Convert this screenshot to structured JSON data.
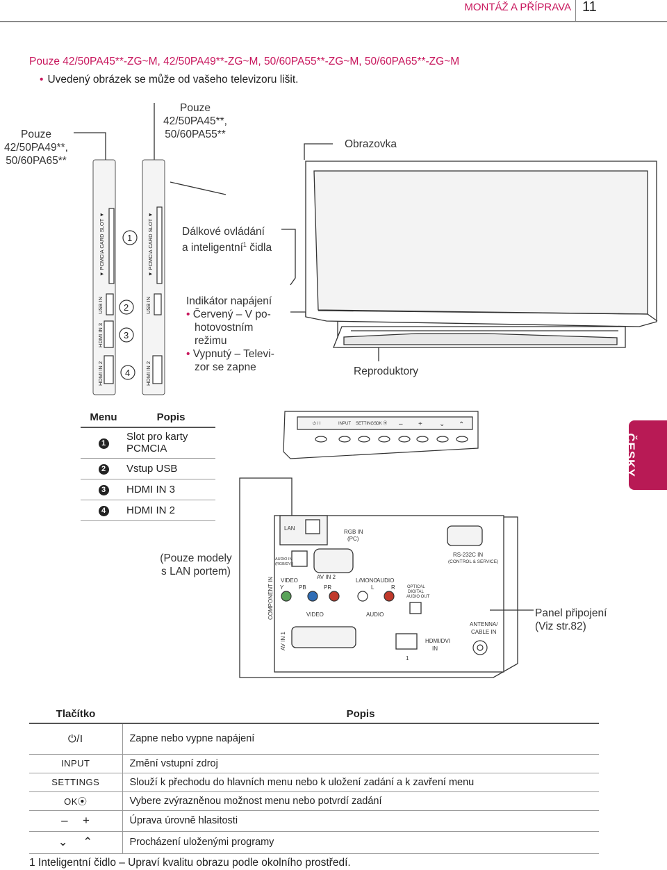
{
  "header": {
    "section": "MONTÁŽ A PŘÍPRAVA",
    "page": "11"
  },
  "models": "Pouze 42/50PA45**-ZG~M, 42/50PA49**-ZG~M, 50/60PA55**-ZG~M, 50/60PA65**-ZG~M",
  "note": "Uvedený obrázek se může od vašeho televizoru lišit.",
  "side_tab": "ČESKY",
  "labels": {
    "only_a_1": "Pouze",
    "only_a_2": "42/50PA49**,",
    "only_a_3": "50/60PA65**",
    "only_b_1": "Pouze",
    "only_b_2": "42/50PA45**,",
    "only_b_3": "50/60PA55**",
    "screen": "Obrazovka",
    "remote_1": "Dálkové ovládání",
    "remote_2": "a inteligentní",
    "remote_sup": "1",
    "remote_3": " čidla",
    "power_title": "Indikátor napájení",
    "power_b1_1": "Červený – V po-",
    "power_b1_2": "hotovostním",
    "power_b1_3": "režimu",
    "power_b2_1": "Vypnutý – Televi-",
    "power_b2_2": "zor se zapne",
    "speakers": "Reproduktory",
    "lan_1": "(Pouze modely",
    "lan_2": "s LAN portem)",
    "panel_1": "Panel připojení",
    "panel_2": "(Viz str.82)"
  },
  "side_panel": {
    "pcmcia": "▼ PCMCIA CARD SLOT ▼",
    "usb": "USB IN",
    "hdmi3": "HDMI IN 3",
    "hdmi2": "HDMI IN 2",
    "n1": "1",
    "n2": "2",
    "n3": "3",
    "n4": "4"
  },
  "button_bar": {
    "power": "⏻/ I",
    "input": "INPUT",
    "settings": "SETTINGS",
    "ok": "OK ⦿",
    "minus": "–",
    "plus": "+",
    "down": "⌄",
    "up": "⌃"
  },
  "back_panel": {
    "lan": "LAN",
    "rgb_1": "RGB IN",
    "rgb_2": "(PC)",
    "audio_rgb_1": "AUDIO IN",
    "audio_rgb_2": "(RGB/DVI)",
    "rs232_1": "RS-232C IN",
    "rs232_2": "(CONTROL & SERVICE)",
    "video": "VIDEO",
    "av_in2": "AV IN 2",
    "lmono": "L/MONO",
    "audio": "AUDIO",
    "y": "Y",
    "pb": "PB",
    "pr": "PR",
    "l": "L",
    "r": "R",
    "component": "COMPONENT IN",
    "video2": "VIDEO",
    "audio2": "AUDIO",
    "optical_1": "OPTICAL",
    "optical_2": "DIGITAL",
    "optical_3": "AUDIO OUT",
    "antenna_1": "ANTENNA/",
    "antenna_2": "CABLE IN",
    "av_in1": "AV IN 1",
    "hdmi_dvi_1": "HDMI/DVI",
    "hdmi_dvi_2": "IN",
    "hdmi_num": "1"
  },
  "menu_table": {
    "head_menu": "Menu",
    "head_desc": "Popis",
    "rows": [
      {
        "num": "1",
        "desc_1": "Slot pro karty",
        "desc_2": "PCMCIA"
      },
      {
        "num": "2",
        "desc_1": "Vstup USB",
        "desc_2": ""
      },
      {
        "num": "3",
        "desc_1": "HDMI IN 3",
        "desc_2": ""
      },
      {
        "num": "4",
        "desc_1": "HDMI IN 2",
        "desc_2": ""
      }
    ]
  },
  "button_table": {
    "head_key": "Tlačítko",
    "head_desc": "Popis",
    "rows": [
      {
        "key": "⏻/I",
        "desc": "Zapne nebo vypne napájení"
      },
      {
        "key": "INPUT",
        "desc": "Změní vstupní zdroj"
      },
      {
        "key": "SETTINGS",
        "desc": "Slouží k přechodu do hlavních menu nebo k uložení zadání a k zavření menu"
      },
      {
        "key": "OK⦿",
        "desc": "Vybere zvýrazněnou možnost menu nebo potvrdí zadání"
      },
      {
        "key": "–    +",
        "desc": "Úprava úrovně hlasitosti"
      },
      {
        "key": "⌄    ⌃",
        "desc": "Procházení uloženými programy"
      }
    ]
  },
  "footnote": "1   Inteligentní čidlo – Upraví kvalitu obrazu podle okolního prostředí."
}
